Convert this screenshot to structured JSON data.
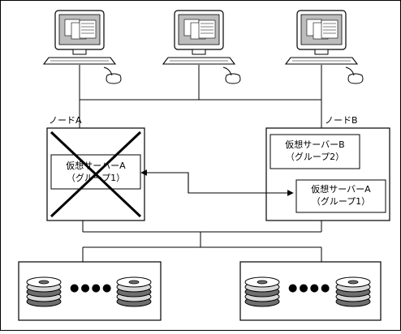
{
  "node_a": {
    "label": "ノードA",
    "failed_server": {
      "name": "仮想サーバーA",
      "group": "（グループ1）"
    }
  },
  "node_b": {
    "label": "ノードB",
    "server_b": {
      "name": "仮想サーバーB",
      "group": "（グループ2）"
    },
    "server_a": {
      "name": "仮想サーバーA",
      "group": "（グループ1）"
    }
  },
  "ellipsis": {
    "left": "●●●●",
    "right": "●●●●"
  },
  "colors": {
    "line": "#000000",
    "box_fill": "#ffffff",
    "disk_light": "#d8d8d8",
    "disk_dark": "#6e6e6e",
    "monitor_screen": "#bdbdbd"
  }
}
